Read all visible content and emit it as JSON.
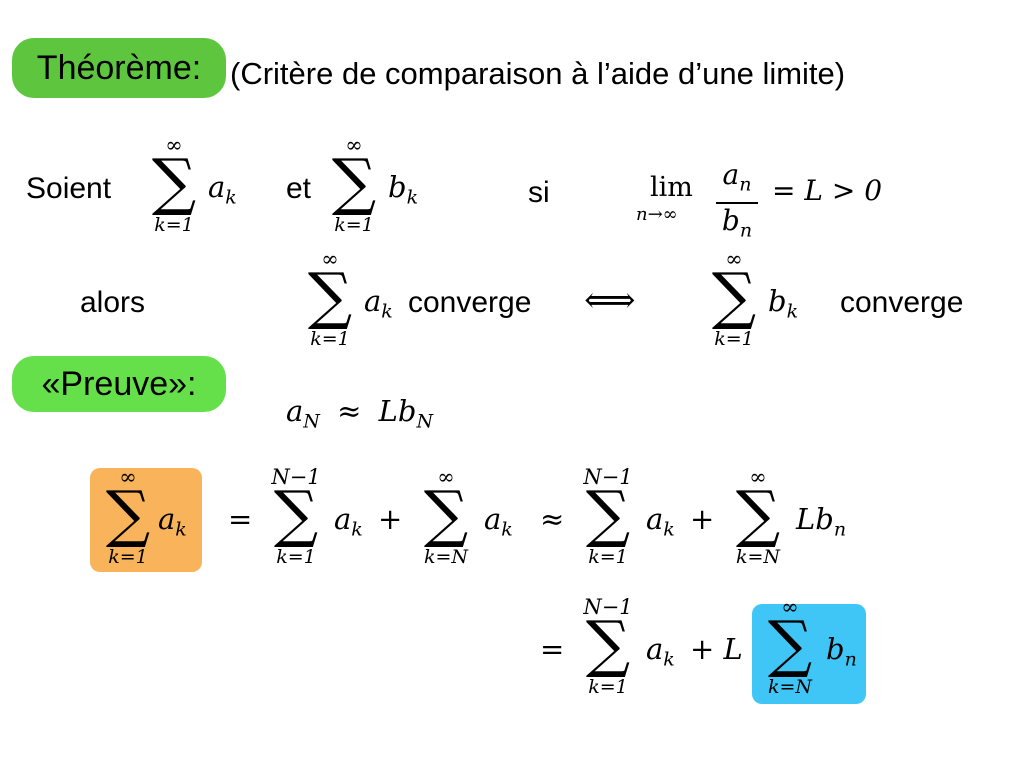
{
  "theorem": {
    "badge_label": "Théorème:",
    "subtitle": "(Critère de comparaison à l’aide d’une limite)",
    "soient": "Soient",
    "et": "et",
    "si": "si",
    "alors": "alors",
    "converge_1": "converge",
    "converge_2": "converge",
    "iff": "⟺",
    "sum_a": {
      "upper": "∞",
      "lower": "k=1",
      "term": "a",
      "term_sub": "k"
    },
    "sum_b": {
      "upper": "∞",
      "lower": "k=1",
      "term": "b",
      "term_sub": "k"
    },
    "limit": {
      "lim": "lim",
      "lim_sub": "n→∞",
      "numerator": "a",
      "numerator_sub": "n",
      "denominator": "b",
      "denominator_sub": "n",
      "rhs": "= L > 0"
    }
  },
  "proof": {
    "badge_label": "«Preuve»:",
    "approx_lhs": "a",
    "approx_lhs_sub": "N",
    "approx_op": "≈",
    "approx_rhs": "Lb",
    "approx_rhs_sub": "N",
    "row1": {
      "lhs_sum": {
        "upper": "∞",
        "lower": "k=1",
        "term": "a",
        "term_sub": "k"
      },
      "eq": "=",
      "s1": {
        "upper": "N−1",
        "lower": "k=1",
        "term": "a",
        "term_sub": "k"
      },
      "plus1": "+",
      "s2": {
        "upper": "∞",
        "lower": "k=N",
        "term": "a",
        "term_sub": "k"
      },
      "approx": "≈",
      "s3": {
        "upper": "N−1",
        "lower": "k=1",
        "term": "a",
        "term_sub": "k"
      },
      "plus2": "+",
      "s4": {
        "upper": "∞",
        "lower": "k=N",
        "term": "Lb",
        "term_sub": "n"
      }
    },
    "row2": {
      "eq": "=",
      "s5": {
        "upper": "N−1",
        "lower": "k=1",
        "term": "a",
        "term_sub": "k"
      },
      "plus": "+ L",
      "s6": {
        "upper": "∞",
        "lower": "k=N",
        "term": "b",
        "term_sub": "n"
      }
    }
  },
  "colors": {
    "theorem_badge": "#5ec63e",
    "proof_badge": "#66e04a",
    "orange_highlight": "#f9b35a",
    "blue_highlight": "#3fc6f6"
  }
}
